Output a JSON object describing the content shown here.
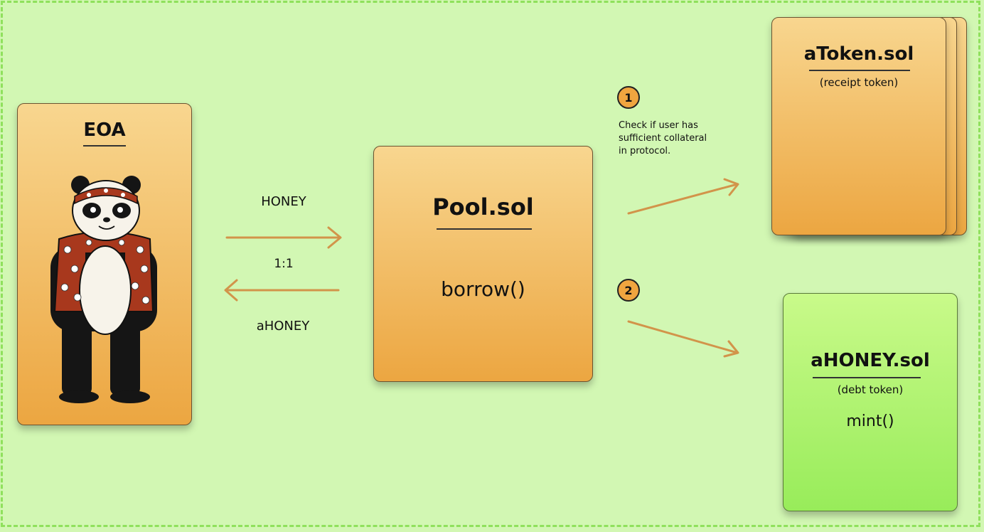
{
  "eoa": {
    "title": "EOA"
  },
  "pool": {
    "title": "Pool.sol",
    "function": "borrow()"
  },
  "atoken": {
    "title": "aToken.sol",
    "subtitle": "(receipt token)"
  },
  "ahoney": {
    "title": "aHONEY.sol",
    "subtitle": "(debt token)",
    "function": "mint()"
  },
  "flow": {
    "top_label": "HONEY",
    "ratio_label": "1:1",
    "bottom_label": "aHONEY"
  },
  "steps": [
    {
      "number": "1",
      "text_lines": [
        "Check if user has",
        "sufficient collateral",
        "in protocol."
      ]
    },
    {
      "number": "2"
    }
  ],
  "colors": {
    "background": "#d2f7b3",
    "arrow": "#d2944a",
    "card_orange_top": "#f8d68f",
    "card_orange_bottom": "#eca641",
    "card_green_top": "#c9fa8a",
    "card_green_bottom": "#98ec5a"
  }
}
